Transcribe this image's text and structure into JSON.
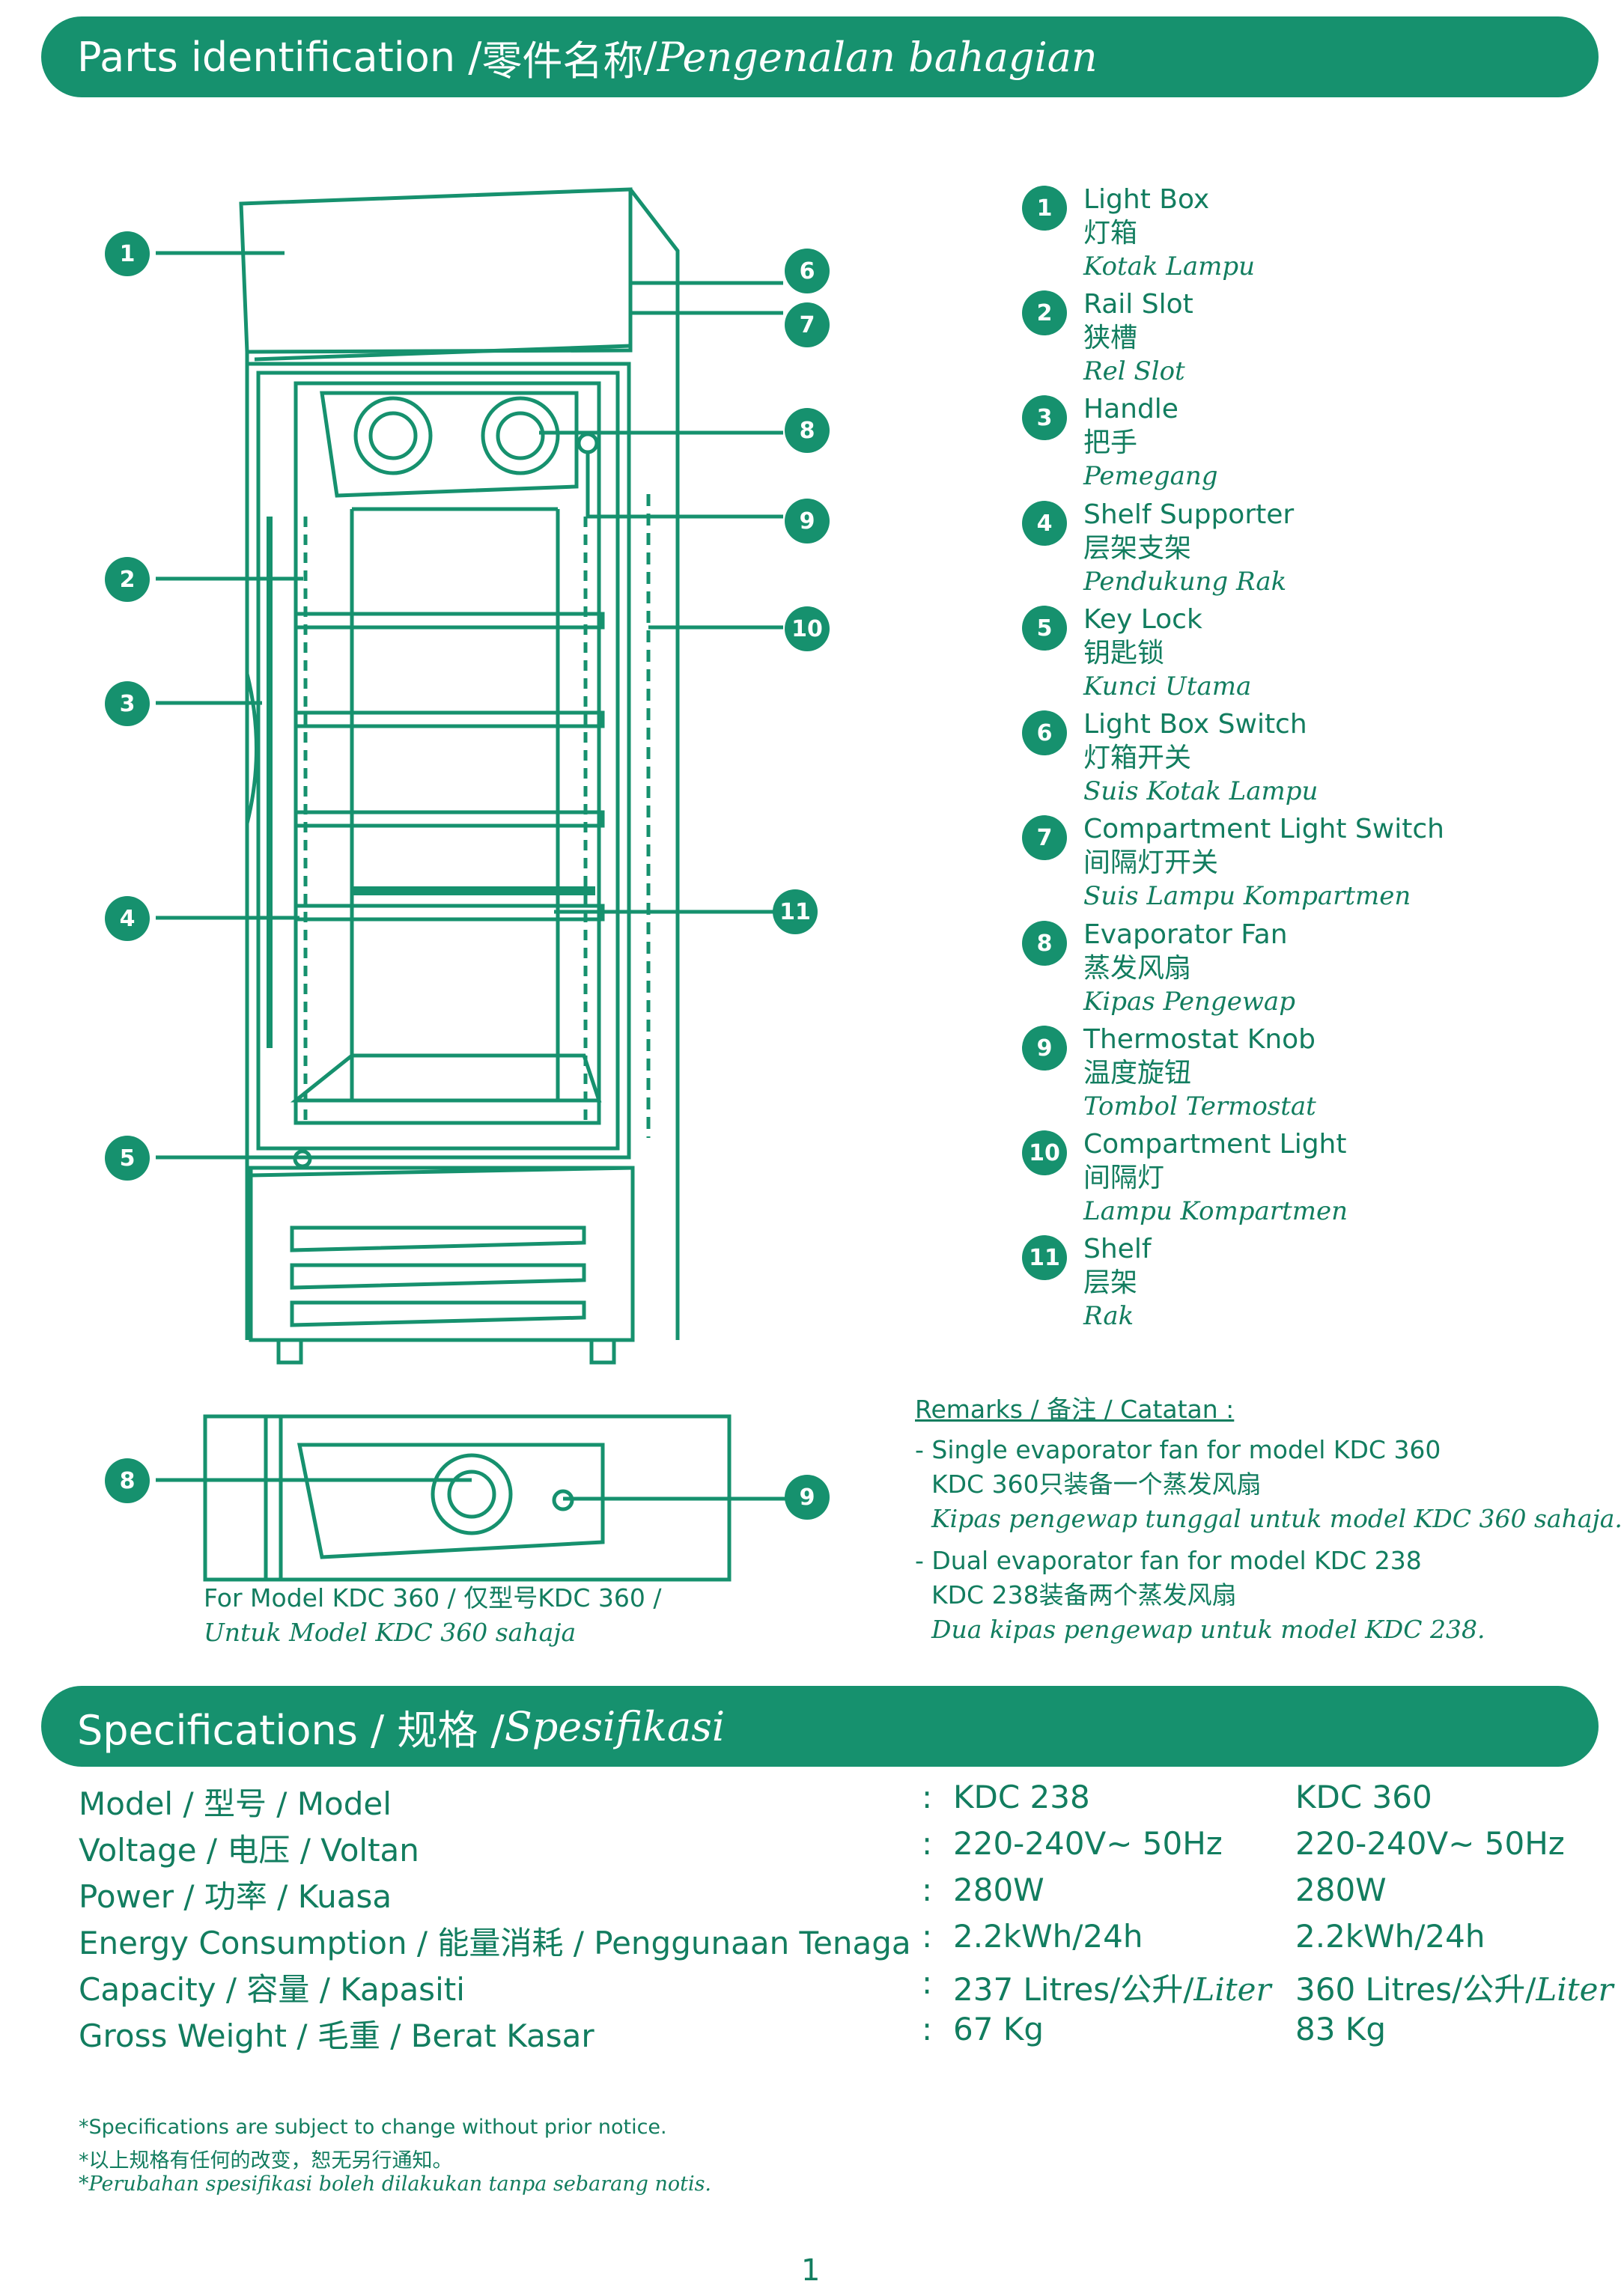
{
  "header": {
    "parts_en": "Parts identification / ",
    "parts_cn": "零件名称",
    "parts_sep": " / ",
    "parts_my": "Pengenalan bahagian"
  },
  "parts": [
    {
      "num": "1",
      "en": "Light Box",
      "cn": "灯箱",
      "my": "Kotak Lampu"
    },
    {
      "num": "2",
      "en": "Rail Slot",
      "cn": "狭槽",
      "my": "Rel Slot"
    },
    {
      "num": "3",
      "en": "Handle",
      "cn": "把手",
      "my": "Pemegang"
    },
    {
      "num": "4",
      "en": "Shelf Supporter",
      "cn": "层架支架",
      "my": "Pendukung Rak"
    },
    {
      "num": "5",
      "en": "Key Lock",
      "cn": "钥匙锁",
      "my": "Kunci Utama"
    },
    {
      "num": "6",
      "en": "Light Box Switch",
      "cn": "灯箱开关",
      "my": "Suis Kotak Lampu"
    },
    {
      "num": "7",
      "en": "Compartment Light Switch",
      "cn": "间隔灯开关",
      "my": "Suis Lampu Kompartmen"
    },
    {
      "num": "8",
      "en": "Evaporator Fan",
      "cn": "蒸发风扇",
      "my": "Kipas Pengewap"
    },
    {
      "num": "9",
      "en": "Thermostat Knob",
      "cn": "温度旋钮",
      "my": "Tombol Termostat"
    },
    {
      "num": "10",
      "en": "Compartment Light",
      "cn": "间隔灯",
      "my": "Lampu Kompartmen"
    },
    {
      "num": "11",
      "en": "Shelf",
      "cn": "层架",
      "my": "Rak"
    }
  ],
  "remarks": {
    "title": "Remarks / 备注 / Catatan :",
    "r1_en": "- Single evaporator fan for model KDC 360",
    "r1_cn": "KDC 360只装备一个蒸发风扇",
    "r1_my": "Kipas pengewap tunggal untuk model KDC 360 sahaja.",
    "r2_en": "- Dual evaporator fan for model KDC 238",
    "r2_cn": "KDC 238装备两个蒸发风扇",
    "r2_my": "Dua kipas pengewap untuk model KDC 238."
  },
  "model_note": {
    "line1": "For Model KDC 360 / 仅型号KDC  360 /",
    "line2": "Untuk Model KDC 360 sahaja"
  },
  "specs_header": {
    "en": "Specifications / 规格  / ",
    "my": "Spesifikasi"
  },
  "specs": [
    {
      "label": "Model / 型号 / Model",
      "v1": "KDC 238",
      "v2": "KDC 360"
    },
    {
      "label": "Voltage / 电压 / Voltan",
      "v1": "220-240V~ 50Hz",
      "v2": "220-240V~ 50Hz"
    },
    {
      "label": "Power / 功率 / Kuasa",
      "v1": "280W",
      "v2": "280W"
    },
    {
      "label": "Energy Consumption / 能量消耗 / Penggunaan Tenaga",
      "v1": "2.2kWh/24h",
      "v2": "2.2kWh/24h"
    },
    {
      "label": "Capacity / 容量 / Kapasiti",
      "v1": "237 Litres/公升/",
      "v1_it": "Liter",
      "v2": "360 Litres/公升/",
      "v2_it": "Liter"
    },
    {
      "label": "Gross Weight / 毛重 / Berat Kasar",
      "v1": "67 Kg",
      "v2": "83 Kg"
    }
  ],
  "colon": ":",
  "footnotes": {
    "en": "*Specifications are subject to change without prior notice.",
    "cn": "*以上规格有任何的改变，恕无另行通知。",
    "my": "*Perubahan spesifikasi boleh dilakukan tanpa sebarang notis."
  },
  "page_number": "1",
  "colors": {
    "brand_green": "#16916e",
    "text_green": "#127d5f"
  }
}
